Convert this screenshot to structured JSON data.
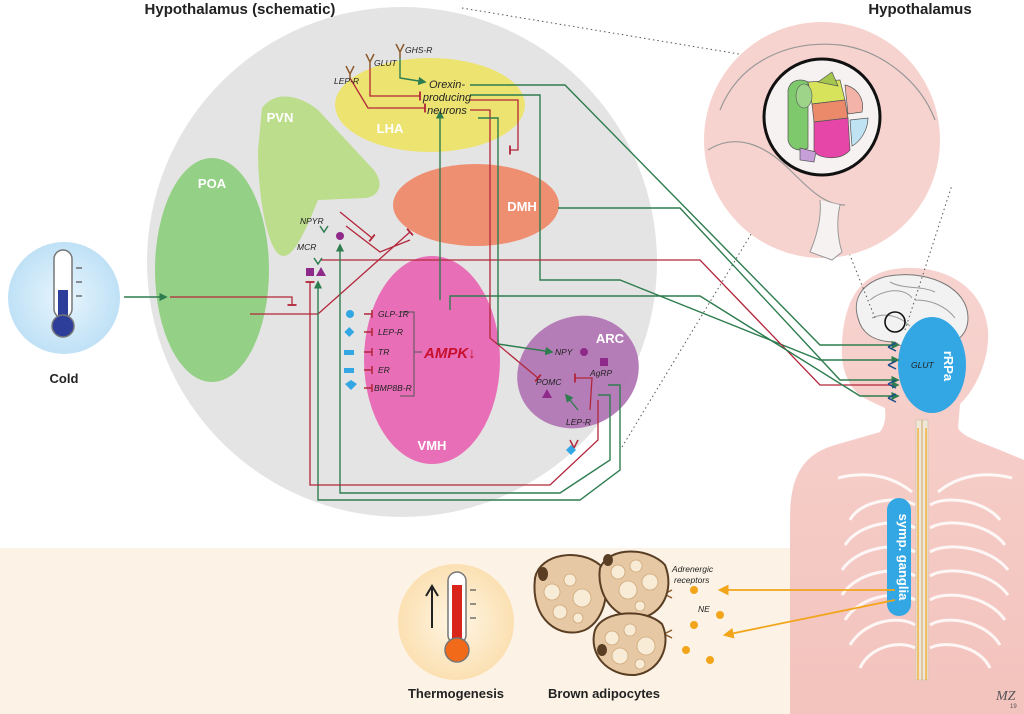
{
  "titles": {
    "schematic": "Hypothalamus (schematic)",
    "brain": "Hypothalamus"
  },
  "regions": {
    "poa": "POA",
    "pvn": "PVN",
    "lha": "LHA",
    "dmh": "DMH",
    "vmh": "VMH",
    "arc": "ARC",
    "rrpa": "rRPa",
    "ganglia": "symp. ganglia"
  },
  "labels": {
    "orexin_line1": "Orexin-",
    "orexin_line2": "producing",
    "orexin_line3": "neurons",
    "ghsr": "GHS-R",
    "glut_lha": "GLUT",
    "lepr_lha": "LEP-R",
    "npyr": "NPYR",
    "mcr": "MCR",
    "glp1r": "GLP-1R",
    "lepr_vmh": "LEP-R",
    "tr": "TR",
    "er": "ER",
    "bmp8br": "BMP8B-R",
    "ampk": "AMPK↓",
    "npy": "NPY",
    "agrp": "AgRP",
    "pomc": "POMC",
    "lepr_arc": "LEP-R",
    "glut_rrpa": "GLUT",
    "adrenergic_line1": "Adrenergic",
    "adrenergic_line2": "receptors",
    "ne": "NE",
    "signature": "MZ",
    "signature_sub": "19"
  },
  "captions": {
    "cold": "Cold",
    "thermogenesis": "Thermogenesis",
    "adipocytes": "Brown adipocytes"
  },
  "colors": {
    "stimulatory": "#2e7d4f",
    "inhibitory": "#b3263a",
    "sympathetic": "#f2a51a",
    "poa": "#8fcf7f",
    "pvn": "#b9dc86",
    "lha": "#ede36a",
    "dmh": "#ee8a6c",
    "vmh": "#e868b4",
    "arc": "#b277b5",
    "rrpa": "#33a7e3"
  }
}
